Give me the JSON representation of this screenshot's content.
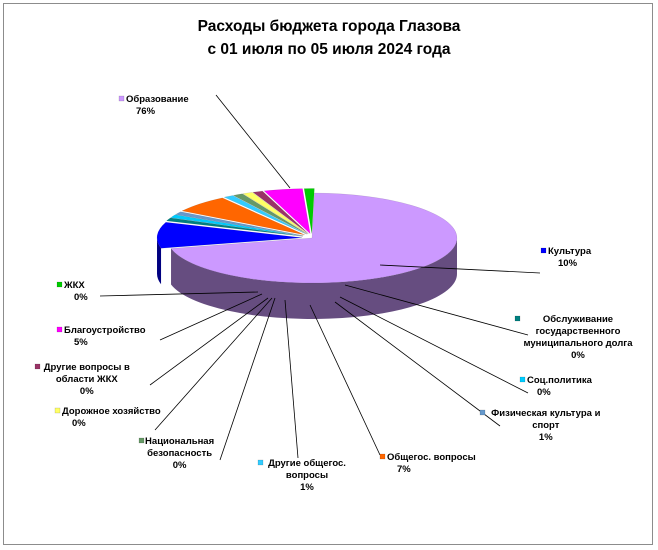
{
  "chart_data": {
    "type": "pie",
    "title_lines": [
      "Расходы бюджета города Глазова",
      "с 01 июля по 05 июля 2024 года"
    ],
    "series": [
      {
        "key": "obrazovanie",
        "label_lines": [
          "Образование"
        ],
        "percent_label": "76%",
        "value": 76.0,
        "color": "#cc99ff"
      },
      {
        "key": "kultura",
        "label_lines": [
          "Культура"
        ],
        "percent_label": "10%",
        "value": 10.0,
        "color": "#0000ff"
      },
      {
        "key": "obsluzhivanie",
        "label_lines": [
          "Обслуживание",
          "государственного",
          "муниципального долга"
        ],
        "percent_label": "0%",
        "value": 0.1,
        "color": "#008080"
      },
      {
        "key": "socpolitika",
        "label_lines": [
          "Соц.политика"
        ],
        "percent_label": "0%",
        "value": 0.3,
        "color": "#00ccff"
      },
      {
        "key": "fizkultura",
        "label_lines": [
          "Физическая культура и",
          "спорт"
        ],
        "percent_label": "1%",
        "value": 1.2,
        "color": "#6699cc"
      },
      {
        "key": "obshchegos",
        "label_lines": [
          "Общегос. вопросы"
        ],
        "percent_label": "7%",
        "value": 6.9,
        "color": "#ff6600"
      },
      {
        "key": "drugie_obshchegos",
        "label_lines": [
          "Другие общегос.",
          "вопросы"
        ],
        "percent_label": "1%",
        "value": 1.0,
        "color": "#33ccff"
      },
      {
        "key": "nac_bezopasnost",
        "label_lines": [
          "Национальная",
          "безопасность"
        ],
        "percent_label": "0%",
        "value": 0.4,
        "color": "#669966"
      },
      {
        "key": "dorozhnoe",
        "label_lines": [
          "Дорожное хозяйство"
        ],
        "percent_label": "0%",
        "value": 0.1,
        "color": "#ffff66"
      },
      {
        "key": "drugie_zhkh",
        "label_lines": [
          "Другие вопросы в",
          "области ЖКХ"
        ],
        "percent_label": "0%",
        "value": 0.2,
        "color": "#993366"
      },
      {
        "key": "blagoustroystvo",
        "label_lines": [
          "Благоустройство"
        ],
        "percent_label": "5%",
        "value": 4.6,
        "color": "#ff00ff"
      },
      {
        "key": "zhkh",
        "label_lines": [
          "ЖКХ"
        ],
        "percent_label": "0%",
        "value": 0.2,
        "color": "#00cc00"
      }
    ]
  }
}
